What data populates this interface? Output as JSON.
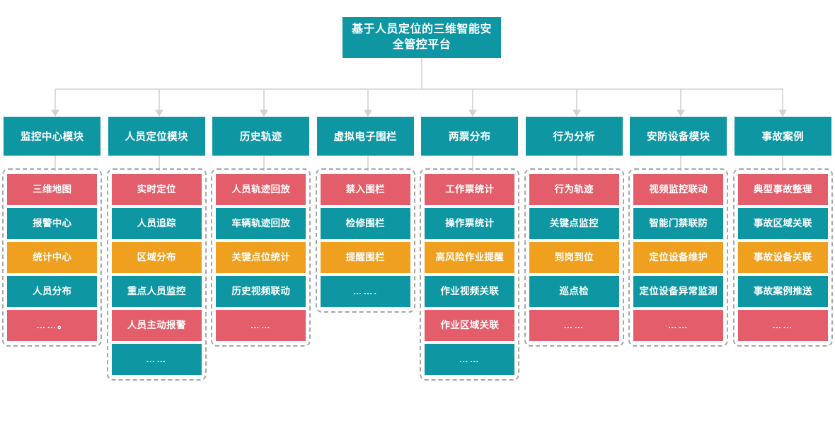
{
  "title": {
    "text": "基于人员定位的三维智能安全管控平台"
  },
  "palette": {
    "teal": "#0E96A3",
    "red": "#E35D6A",
    "orange": "#EFA01E",
    "connector": "#D2D2D2",
    "dashed_border": "#A6A6A6",
    "background": "#FFFFFF",
    "text_on_fill": "#FFFFFF"
  },
  "columns": [
    {
      "header": "监控中心模块",
      "items": [
        {
          "label": "三维地图",
          "color": "red"
        },
        {
          "label": "报警中心",
          "color": "teal"
        },
        {
          "label": "统计中心",
          "color": "orange"
        },
        {
          "label": "人员分布",
          "color": "teal"
        },
        {
          "label": "……。",
          "color": "red"
        }
      ]
    },
    {
      "header": "人员定位模块",
      "items": [
        {
          "label": "实时定位",
          "color": "red"
        },
        {
          "label": "人员追踪",
          "color": "teal"
        },
        {
          "label": "区域分布",
          "color": "orange"
        },
        {
          "label": "重点人员监控",
          "color": "teal"
        },
        {
          "label": "人员主动报警",
          "color": "red"
        },
        {
          "label": "……",
          "color": "teal"
        }
      ]
    },
    {
      "header": "历史轨迹",
      "items": [
        {
          "label": "人员轨迹回放",
          "color": "red"
        },
        {
          "label": "车辆轨迹回放",
          "color": "teal"
        },
        {
          "label": "关键点位统计",
          "color": "orange"
        },
        {
          "label": "历史视频联动",
          "color": "teal"
        },
        {
          "label": "……",
          "color": "red"
        }
      ]
    },
    {
      "header": "虚拟电子围栏",
      "items": [
        {
          "label": "禁入围栏",
          "color": "red"
        },
        {
          "label": "检修围栏",
          "color": "teal"
        },
        {
          "label": "提醒围栏",
          "color": "orange"
        },
        {
          "label": "…….",
          "color": "teal"
        }
      ]
    },
    {
      "header": "两票分布",
      "items": [
        {
          "label": "工作票统计",
          "color": "red"
        },
        {
          "label": "操作票统计",
          "color": "teal"
        },
        {
          "label": "高风险作业提醒",
          "color": "orange"
        },
        {
          "label": "作业视频关联",
          "color": "teal"
        },
        {
          "label": "作业区域关联",
          "color": "red"
        },
        {
          "label": "……",
          "color": "teal"
        }
      ]
    },
    {
      "header": "行为分析",
      "items": [
        {
          "label": "行为轨迹",
          "color": "red"
        },
        {
          "label": "关键点监控",
          "color": "teal"
        },
        {
          "label": "到岗到位",
          "color": "orange"
        },
        {
          "label": "巡点检",
          "color": "teal"
        },
        {
          "label": "……",
          "color": "red"
        }
      ]
    },
    {
      "header": "安防设备模块",
      "items": [
        {
          "label": "视频监控联动",
          "color": "red"
        },
        {
          "label": "智能门禁联防",
          "color": "teal"
        },
        {
          "label": "定位设备维护",
          "color": "orange"
        },
        {
          "label": "定位设备异常监测",
          "color": "teal"
        },
        {
          "label": "……",
          "color": "red"
        }
      ]
    },
    {
      "header": "事故案例",
      "items": [
        {
          "label": "典型事故整理",
          "color": "red"
        },
        {
          "label": "事故区域关联",
          "color": "teal"
        },
        {
          "label": "事故设备关联",
          "color": "orange"
        },
        {
          "label": "事故案例推送",
          "color": "teal"
        },
        {
          "label": "……",
          "color": "red"
        }
      ]
    }
  ]
}
